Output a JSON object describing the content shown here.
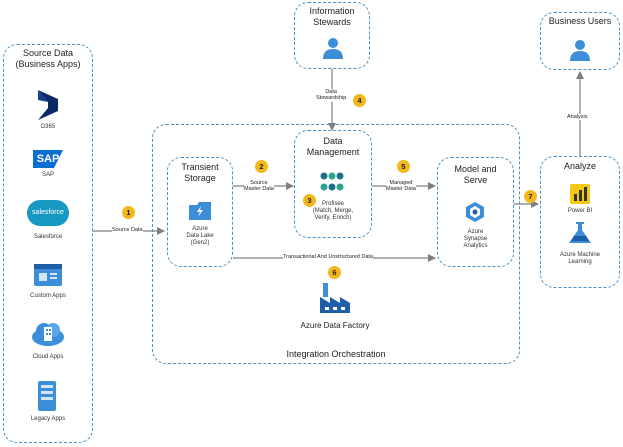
{
  "source": {
    "title": "Source Data\n(Business Apps)",
    "apps": [
      "D365",
      "SAP",
      "Salesforce",
      "Custom Apps",
      "Cloud Apps",
      "Legacy Apps"
    ]
  },
  "stewards": {
    "title": "Information\nStewards"
  },
  "business_users": {
    "title": "Business Users"
  },
  "integration": {
    "title": "Integration Orchestration"
  },
  "transient": {
    "title": "Transient\nStorage",
    "component": "Azure\nData Lake\n(Gen2)"
  },
  "data_mgmt": {
    "title": "Data\nManagement",
    "component": "Profisee\n(Match, Merge,\nVerify, Enrich)"
  },
  "model_serve": {
    "title": "Model and\nServe",
    "component": "Azure\nSynapse\nAnalytics"
  },
  "analyze": {
    "title": "Analyze",
    "tools": [
      "Power BI",
      "Azure Machine\nLearning"
    ]
  },
  "factory": {
    "label": "Azure Data Factory"
  },
  "sap_logo_text": "SAP",
  "salesforce_logo_text": "salesforce",
  "edges": {
    "source_data": "Source Data",
    "source_master": "Source\nMaster Data",
    "stewardship": "Data\nStewardship",
    "managed_master": "Managed\nMaster Data",
    "transactional": "Transactional And Unstructured Data",
    "analysis": "Analysis"
  },
  "badges": [
    "1",
    "2",
    "3",
    "4",
    "5",
    "6",
    "7"
  ],
  "colors": {
    "border": "#4a90c8",
    "badge": "#f2b81d",
    "arrow": "#7f7f7f"
  }
}
